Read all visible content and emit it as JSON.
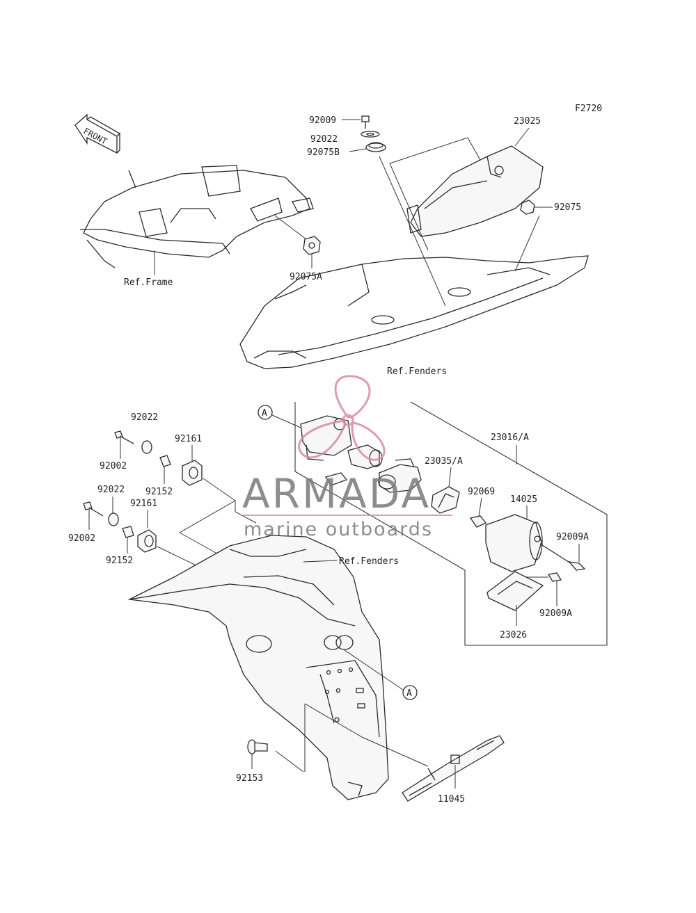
{
  "figure_code": "F2720",
  "front_label": "FRONT",
  "refs": {
    "frame": "Ref.Frame",
    "fenders_upper": "Ref.Fenders",
    "fenders_lower": "Ref.Fenders"
  },
  "callouts": {
    "a_top": "A",
    "a_bottom": "A"
  },
  "parts": {
    "p92009": "92009",
    "p92022_top": "92022",
    "p92075B": "92075B",
    "p23025": "23025",
    "p92075": "92075",
    "p92075A": "92075A",
    "p23016A": "23016/A",
    "p23035A": "23035/A",
    "p92069": "92069",
    "p14025": "14025",
    "p92009A_1": "92009A",
    "p92009A_2": "92009A",
    "p23026": "23026",
    "p92022_a": "92022",
    "p92002_a": "92002",
    "p92161_a": "92161",
    "p92152_a": "92152",
    "p92022_b": "92022",
    "p92161_b": "92161",
    "p92002_b": "92002",
    "p92152_b": "92152",
    "p92153": "92153",
    "p11045": "11045"
  },
  "watermark": {
    "brand": "ARMADA",
    "tagline": "marine outboards",
    "brand_color": "#7a7a7a",
    "logo_color": "#d98aa6"
  }
}
